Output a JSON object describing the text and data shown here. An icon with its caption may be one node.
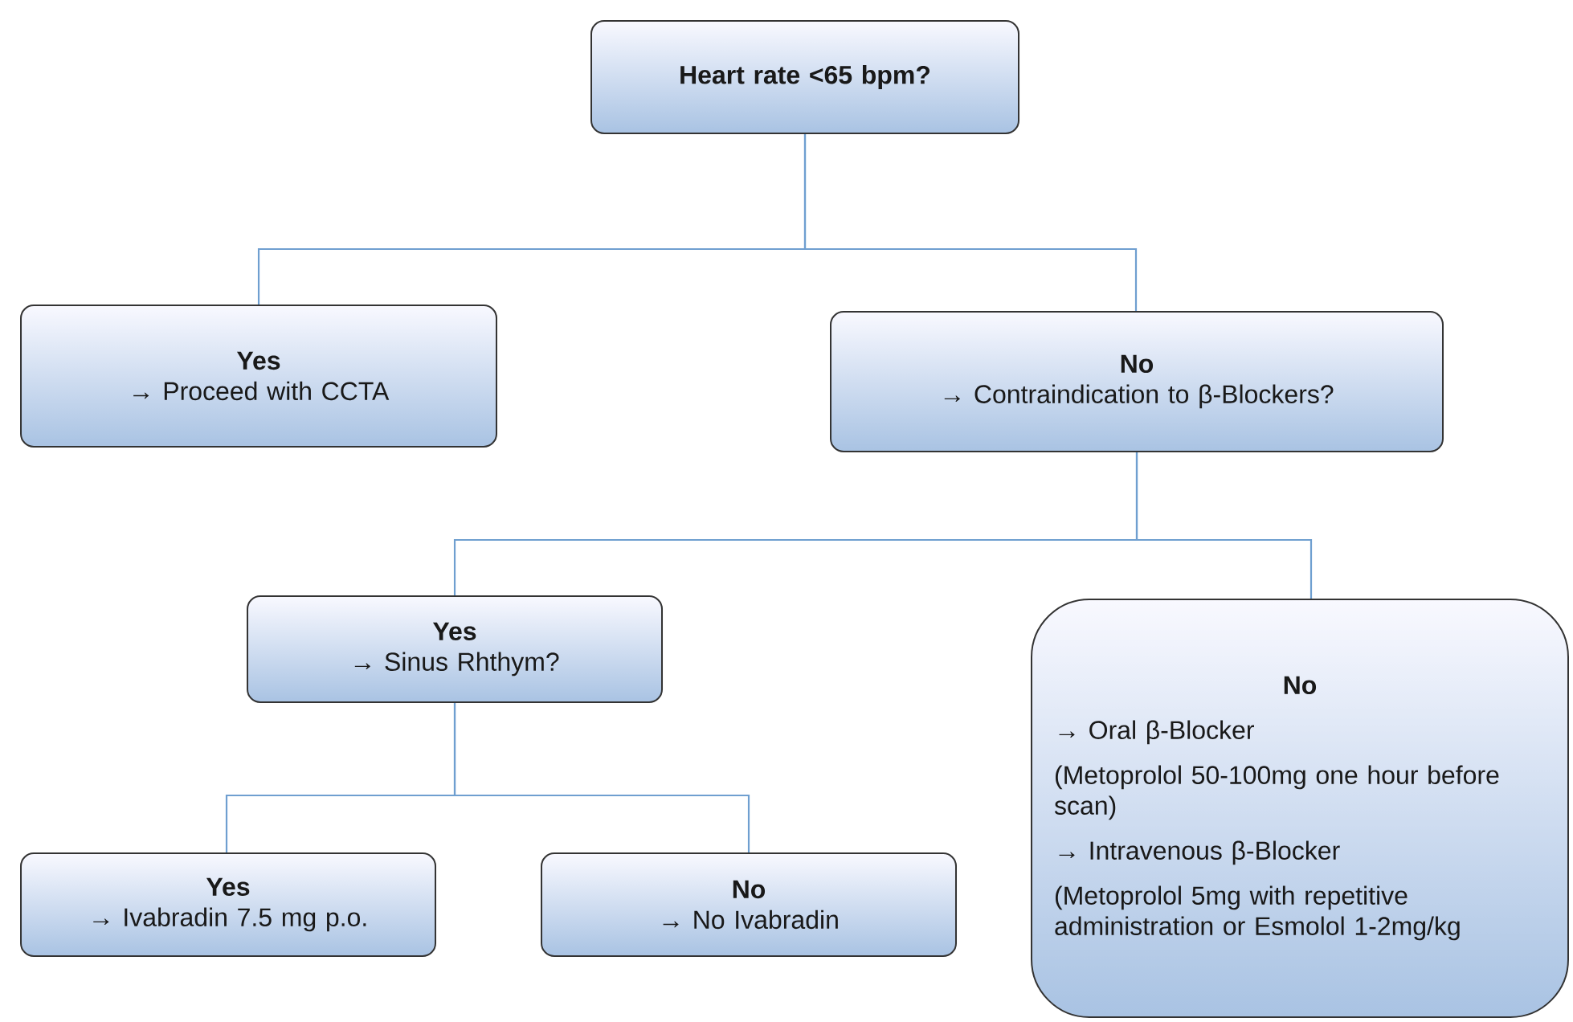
{
  "diagram": {
    "nodes": [
      {
        "text": [
          "Heart rate <65 bpm?"
        ]
      },
      {
        "text": [
          "Yes",
          "→ Proceed with CCTA"
        ]
      },
      {
        "text": [
          "No",
          "→  Contraindication to β-Blockers?"
        ]
      },
      {
        "text": [
          "Yes",
          "→ Sinus Rhthym?"
        ]
      },
      {
        "text": [
          "No",
          "→ Oral β-Blocker",
          "(Metoprolol 50-100mg one hour before scan)",
          "→ Intravenous β-Blocker",
          "(Metoprolol 5mg with repetitive administration or Esmolol 1-2mg/kg"
        ]
      },
      {
        "text": [
          "Yes",
          "→  Ivabradin 7.5 mg p.o."
        ]
      },
      {
        "text": [
          "No",
          "→ No Ivabradin"
        ]
      }
    ],
    "edges": [
      {
        "from": 0,
        "to": 1,
        "arrow": "none"
      },
      {
        "from": 0,
        "to": 2,
        "arrow": "none"
      },
      {
        "from": 2,
        "to": 3,
        "arrow": "none"
      },
      {
        "from": 2,
        "to": 4,
        "arrow": "none"
      },
      {
        "from": 3,
        "to": 5,
        "arrow": "none"
      },
      {
        "from": 3,
        "to": 6,
        "arrow": "none"
      }
    ]
  }
}
